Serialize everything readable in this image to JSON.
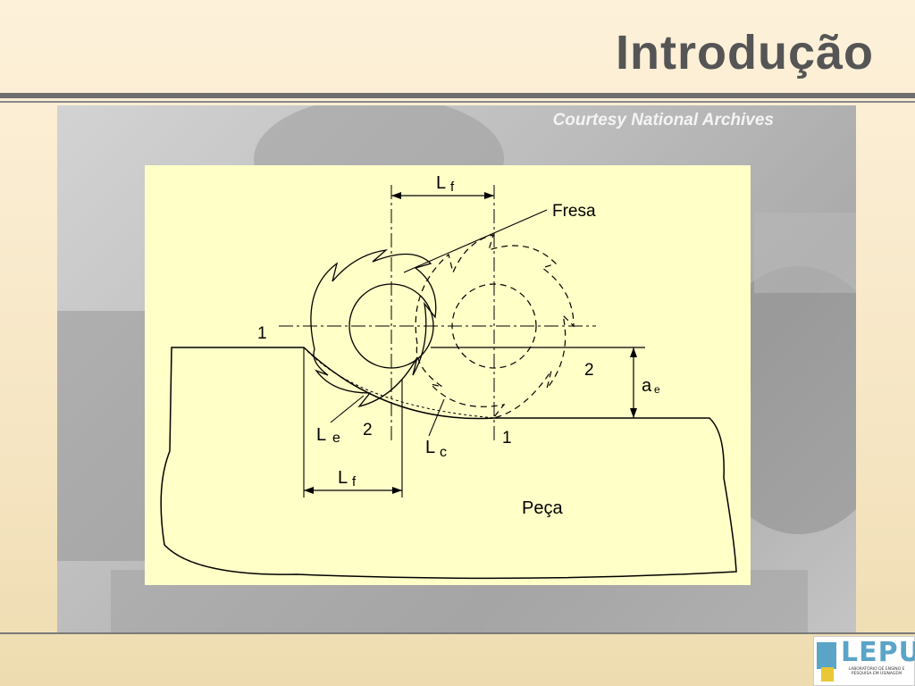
{
  "slide": {
    "title": "Introdução",
    "photo_credit": "Courtesy National Archives"
  },
  "diagram": {
    "labels": {
      "lf_top": "L",
      "lf_top_sub": "f",
      "fresa": "Fresa",
      "one_left": "1",
      "two_right": "2",
      "ae": "a",
      "ae_sub": "e",
      "le": "L",
      "le_sub": "e",
      "two_bottom": "2",
      "lc": "L",
      "lc_sub": "c",
      "one_bottom": "1",
      "lf_bottom": "L",
      "lf_bottom_sub": "f",
      "peca": "Peça"
    }
  },
  "logo": {
    "text": "LEPU",
    "subtitle": "LABORATÓRIO DE ENSINO E PESQUISA EM USINAGEM"
  },
  "colors": {
    "background": "#fdf1da",
    "diagram_bg": "#ffffc8",
    "title": "#555555",
    "logo": "#5aa4c8"
  }
}
